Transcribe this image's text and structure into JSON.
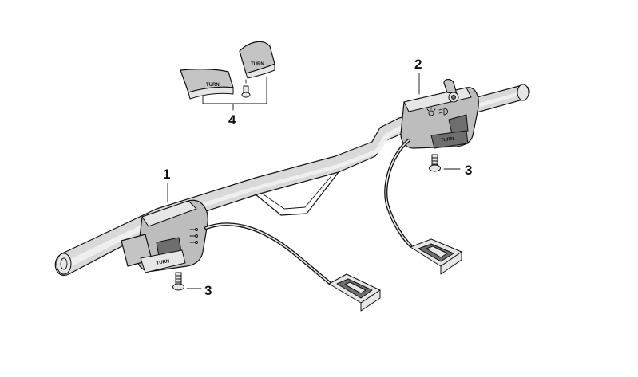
{
  "callouts": {
    "c1": "1",
    "c2": "2",
    "c3a": "3",
    "c3b": "3",
    "c4": "4"
  },
  "part_labels": {
    "cap_left": "TURN",
    "cap_right": "TURN",
    "switch_right": "TURN",
    "switch_left": "TURN"
  }
}
